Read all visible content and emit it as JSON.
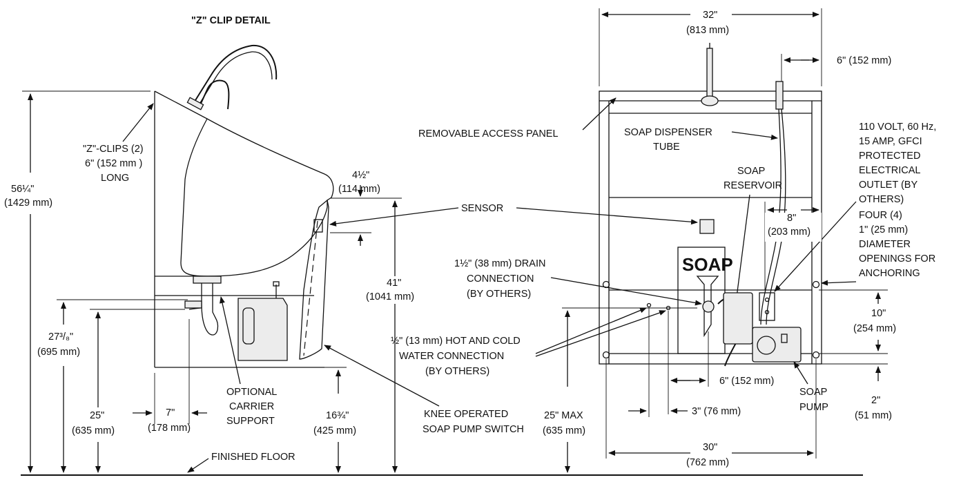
{
  "title": "\"Z\" CLIP DETAIL",
  "side_view": {
    "z_clips": [
      "\"Z\"-CLIPS (2)",
      "6\" (152 mm )",
      "LONG"
    ],
    "dim_56": [
      "56¼\"",
      "(1429 mm)"
    ],
    "dim_4half": [
      "4½\"",
      "(114 mm)"
    ],
    "dim_41": [
      "41\"",
      "(1041 mm)"
    ],
    "dim_27": [
      "27³/₈\"",
      "(695 mm)"
    ],
    "dim_25": [
      "25\"",
      "(635 mm)"
    ],
    "dim_7": [
      "7\"",
      "(178 mm)"
    ],
    "carrier": [
      "OPTIONAL",
      "CARRIER",
      "SUPPORT"
    ],
    "dim_16": [
      "16¾\"",
      "(425 mm)"
    ],
    "knee_switch": [
      "KNEE OPERATED",
      "SOAP PUMP SWITCH"
    ],
    "floor": "FINISHED FLOOR"
  },
  "front_view": {
    "dim_32": [
      "32\"",
      "(813 mm)"
    ],
    "dim_6top": "6\" (152 mm)",
    "access_panel": "REMOVABLE ACCESS PANEL",
    "dispenser_tube": [
      "SOAP DISPENSER",
      "TUBE"
    ],
    "reservoir": [
      "SOAP",
      "RESERVOIR"
    ],
    "outlet": [
      "110 VOLT, 60 Hz,",
      "15 AMP, GFCI",
      "PROTECTED",
      "ELECTRICAL",
      "OUTLET  (BY",
      "OTHERS)"
    ],
    "sensor": "SENSOR",
    "dim_8": [
      "8\"",
      "(203 mm)"
    ],
    "openings": [
      "FOUR (4)",
      "1\" (25 mm)",
      "DIAMETER",
      "OPENINGS FOR",
      "ANCHORING"
    ],
    "soap_sign": "SOAP",
    "drain": [
      "1½\" (38 mm) DRAIN",
      "CONNECTION",
      "(BY OTHERS)"
    ],
    "dim_10": [
      "10\"",
      "(254 mm)"
    ],
    "water": [
      "½\" (13 mm) HOT AND COLD",
      "WATER CONNECTION",
      "(BY OTHERS)"
    ],
    "dim_6mid": "6\" (152 mm)",
    "soap_pump": [
      "SOAP",
      "PUMP"
    ],
    "dim_2": [
      "2\"",
      "(51 mm)"
    ],
    "dim_25max": [
      "25\" MAX",
      "(635 mm)"
    ],
    "dim_3": "3\" (76 mm)",
    "dim_30": [
      "30\"",
      "(762 mm)"
    ]
  }
}
